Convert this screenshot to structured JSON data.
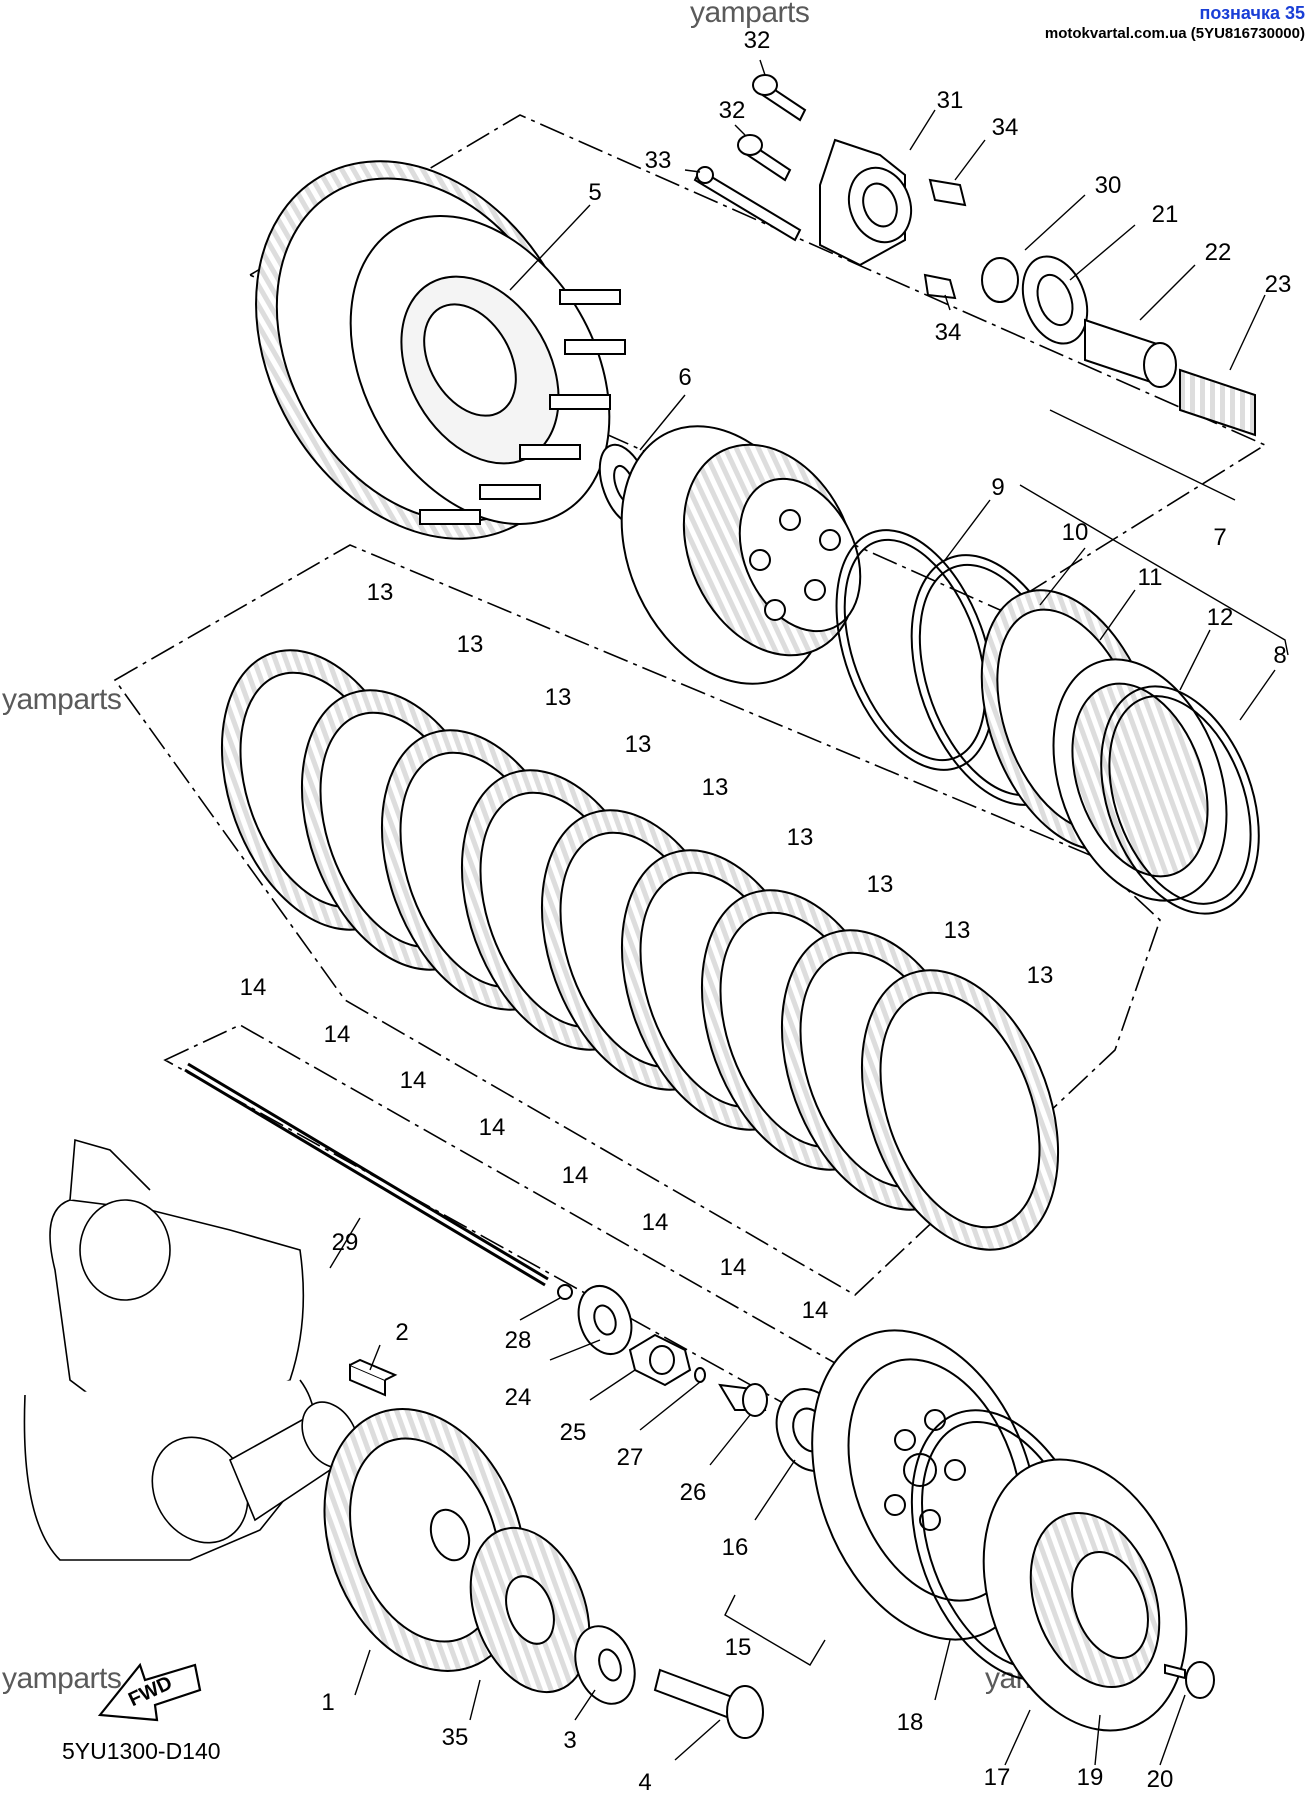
{
  "header": {
    "label": "позначка 35",
    "source": "motokvartal.com.ua (5YU816730000)"
  },
  "watermark": "yamparts",
  "diagram_code": "5YU1300-D140",
  "fwd_label": "FWD",
  "parts": [
    {
      "id": "p1",
      "label": "1"
    },
    {
      "id": "p2",
      "label": "2"
    },
    {
      "id": "p3",
      "label": "3"
    },
    {
      "id": "p4",
      "label": "4"
    },
    {
      "id": "p5",
      "label": "5"
    },
    {
      "id": "p6",
      "label": "6"
    },
    {
      "id": "p7",
      "label": "7"
    },
    {
      "id": "p8",
      "label": "8"
    },
    {
      "id": "p9",
      "label": "9"
    },
    {
      "id": "p10",
      "label": "10"
    },
    {
      "id": "p11",
      "label": "11"
    },
    {
      "id": "p12",
      "label": "12"
    },
    {
      "id": "p13a",
      "label": "13"
    },
    {
      "id": "p13b",
      "label": "13"
    },
    {
      "id": "p13c",
      "label": "13"
    },
    {
      "id": "p13d",
      "label": "13"
    },
    {
      "id": "p13e",
      "label": "13"
    },
    {
      "id": "p13f",
      "label": "13"
    },
    {
      "id": "p13g",
      "label": "13"
    },
    {
      "id": "p13h",
      "label": "13"
    },
    {
      "id": "p13i",
      "label": "13"
    },
    {
      "id": "p14a",
      "label": "14"
    },
    {
      "id": "p14b",
      "label": "14"
    },
    {
      "id": "p14c",
      "label": "14"
    },
    {
      "id": "p14d",
      "label": "14"
    },
    {
      "id": "p14e",
      "label": "14"
    },
    {
      "id": "p14f",
      "label": "14"
    },
    {
      "id": "p14g",
      "label": "14"
    },
    {
      "id": "p14h",
      "label": "14"
    },
    {
      "id": "p15",
      "label": "15"
    },
    {
      "id": "p16",
      "label": "16"
    },
    {
      "id": "p17",
      "label": "17"
    },
    {
      "id": "p18",
      "label": "18"
    },
    {
      "id": "p19",
      "label": "19"
    },
    {
      "id": "p20",
      "label": "20"
    },
    {
      "id": "p21",
      "label": "21"
    },
    {
      "id": "p22",
      "label": "22"
    },
    {
      "id": "p23",
      "label": "23"
    },
    {
      "id": "p24",
      "label": "24"
    },
    {
      "id": "p25",
      "label": "25"
    },
    {
      "id": "p26",
      "label": "26"
    },
    {
      "id": "p27",
      "label": "27"
    },
    {
      "id": "p28",
      "label": "28"
    },
    {
      "id": "p29",
      "label": "29"
    },
    {
      "id": "p30",
      "label": "30"
    },
    {
      "id": "p31",
      "label": "31"
    },
    {
      "id": "p32a",
      "label": "32"
    },
    {
      "id": "p32b",
      "label": "32"
    },
    {
      "id": "p33",
      "label": "33"
    },
    {
      "id": "p34a",
      "label": "34"
    },
    {
      "id": "p34b",
      "label": "34"
    },
    {
      "id": "p35",
      "label": "35"
    }
  ]
}
